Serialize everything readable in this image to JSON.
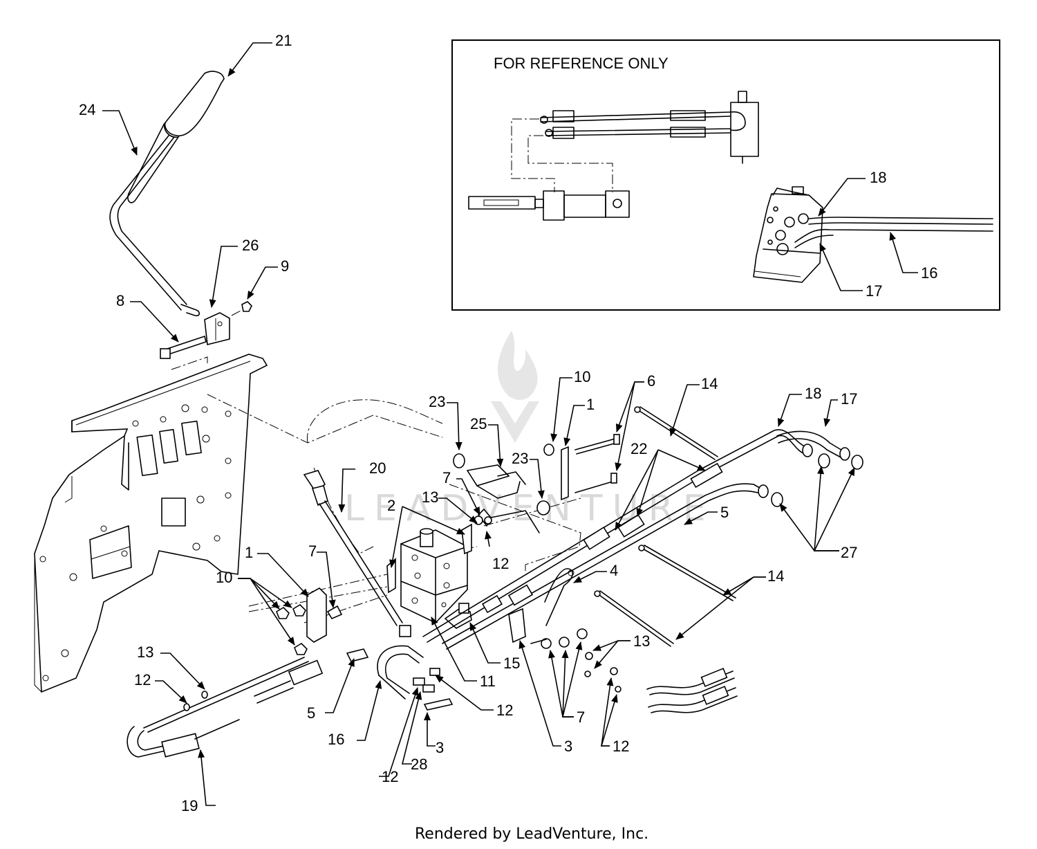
{
  "reference_box": {
    "title": "FOR REFERENCE ONLY"
  },
  "watermark": "LEADVENTURE",
  "footer": "Rendered by LeadVenture, Inc.",
  "callouts": [
    {
      "id": "c21a",
      "label": "21"
    },
    {
      "id": "c24",
      "label": "24"
    },
    {
      "id": "c26",
      "label": "26"
    },
    {
      "id": "c9",
      "label": "9"
    },
    {
      "id": "c8",
      "label": "8"
    },
    {
      "id": "c18ref",
      "label": "18"
    },
    {
      "id": "c16ref",
      "label": "16"
    },
    {
      "id": "c17ref",
      "label": "17"
    },
    {
      "id": "c10a",
      "label": "10"
    },
    {
      "id": "c6",
      "label": "6"
    },
    {
      "id": "c14a",
      "label": "14"
    },
    {
      "id": "c18",
      "label": "18"
    },
    {
      "id": "c17",
      "label": "17"
    },
    {
      "id": "c23a",
      "label": "23"
    },
    {
      "id": "c1a",
      "label": "1"
    },
    {
      "id": "c25",
      "label": "25"
    },
    {
      "id": "c22",
      "label": "22"
    },
    {
      "id": "c23b",
      "label": "23"
    },
    {
      "id": "c20",
      "label": "20"
    },
    {
      "id": "c7a",
      "label": "7"
    },
    {
      "id": "c13a",
      "label": "13"
    },
    {
      "id": "c2",
      "label": "2"
    },
    {
      "id": "c5a",
      "label": "5"
    },
    {
      "id": "c12a",
      "label": "12"
    },
    {
      "id": "c27",
      "label": "27"
    },
    {
      "id": "c1b",
      "label": "1"
    },
    {
      "id": "c7b",
      "label": "7"
    },
    {
      "id": "c4",
      "label": "4"
    },
    {
      "id": "c14b",
      "label": "14"
    },
    {
      "id": "c10b",
      "label": "10"
    },
    {
      "id": "c13b",
      "label": "13"
    },
    {
      "id": "c15",
      "label": "15"
    },
    {
      "id": "c11",
      "label": "11"
    },
    {
      "id": "c12b",
      "label": "12"
    },
    {
      "id": "c12c",
      "label": "12"
    },
    {
      "id": "c5b",
      "label": "5"
    },
    {
      "id": "c16",
      "label": "16"
    },
    {
      "id": "c3a",
      "label": "3"
    },
    {
      "id": "c28",
      "label": "28"
    },
    {
      "id": "c12d",
      "label": "12"
    },
    {
      "id": "c3b",
      "label": "3"
    },
    {
      "id": "c7c",
      "label": "7"
    },
    {
      "id": "c12e",
      "label": "12"
    },
    {
      "id": "c13c",
      "label": "13"
    },
    {
      "id": "c19",
      "label": "19"
    }
  ]
}
